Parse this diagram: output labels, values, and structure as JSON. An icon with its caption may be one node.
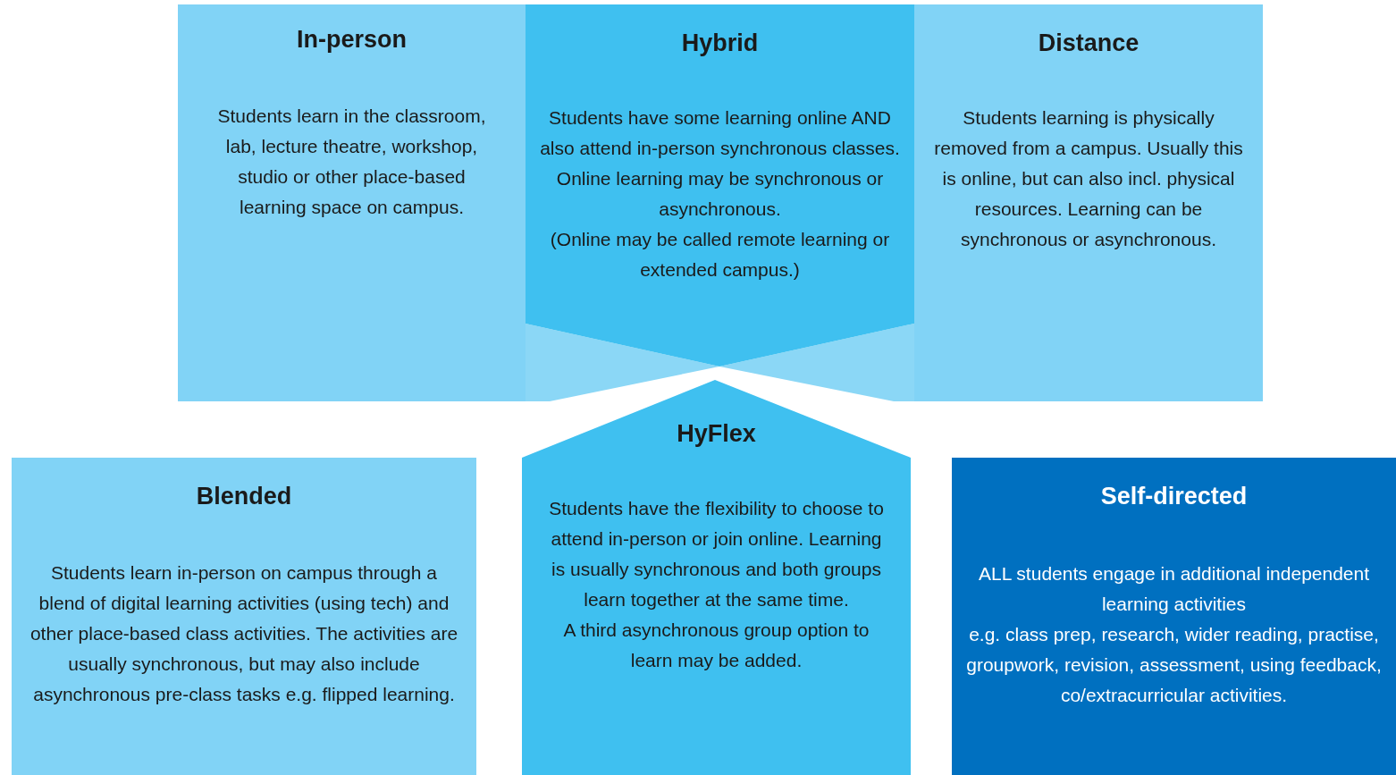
{
  "diagram": {
    "nodes": [
      {
        "text": [
          "In-person",
          "Students learn in the classroom, lab, lecture theatre, workshop, studio or other place-based learning space on campus."
        ]
      },
      {
        "text": [
          "Hybrid",
          "Students have some learning online AND also attend in-person synchronous classes.",
          "Online learning may be synchronous or asynchronous.",
          "(Online may be called remote learning or extended campus.)"
        ]
      },
      {
        "text": [
          "Distance",
          "Students learning is physically removed from a campus. Usually this is online, but can also incl. physical resources. Learning can be synchronous or asynchronous."
        ]
      },
      {
        "text": [
          "Blended",
          "Students learn in-person on campus through a blend of digital learning activities (using tech) and other place-based class activities. The activities are usually synchronous, but may also include asynchronous pre-class tasks e.g. flipped learning."
        ]
      },
      {
        "text": [
          "HyFlex",
          "Students have the flexibility to choose to attend in-person or join online. Learning is usually synchronous and both groups learn together at the same time.",
          "A third asynchronous group option to learn may be added."
        ]
      },
      {
        "text": [
          "Self-directed",
          "ALL students engage in additional independent learning activities",
          "e.g. class prep, research, wider reading, practise, groupwork, revision, assessment, using feedback, co/extracurricular activities."
        ]
      }
    ]
  }
}
